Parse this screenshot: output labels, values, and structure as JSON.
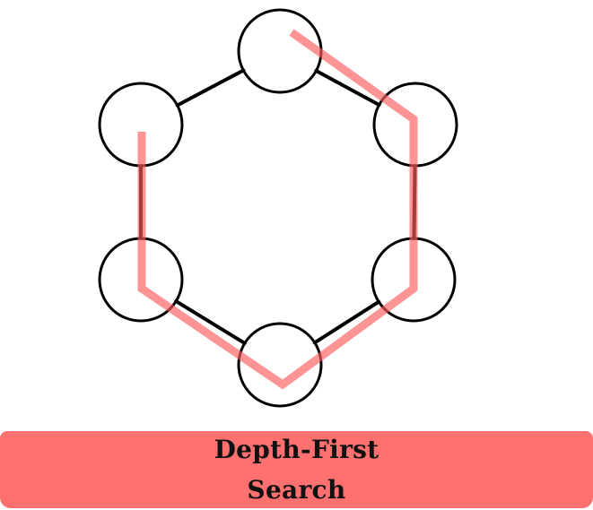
{
  "graph": {
    "nodes": [
      {
        "id": "top"
      },
      {
        "id": "upper-left"
      },
      {
        "id": "upper-right"
      },
      {
        "id": "lower-left"
      },
      {
        "id": "lower-right"
      },
      {
        "id": "bottom"
      }
    ],
    "edges": [
      {
        "from": "top",
        "to": "upper-left"
      },
      {
        "from": "top",
        "to": "upper-right"
      },
      {
        "from": "upper-right",
        "to": "lower-right"
      },
      {
        "from": "lower-right",
        "to": "bottom"
      },
      {
        "from": "bottom",
        "to": "lower-left"
      },
      {
        "from": "lower-left",
        "to": "upper-left"
      }
    ],
    "traversal_order": [
      "top",
      "upper-right",
      "lower-right",
      "bottom",
      "lower-left",
      "upper-left"
    ]
  },
  "colors": {
    "node_stroke": "#000000",
    "edge": "#000000",
    "traversal_path": "#ff5a5a",
    "caption_background": "#ff7070",
    "caption_text": "#111111"
  },
  "caption": {
    "line1": "Depth-First",
    "line2": "Search"
  }
}
